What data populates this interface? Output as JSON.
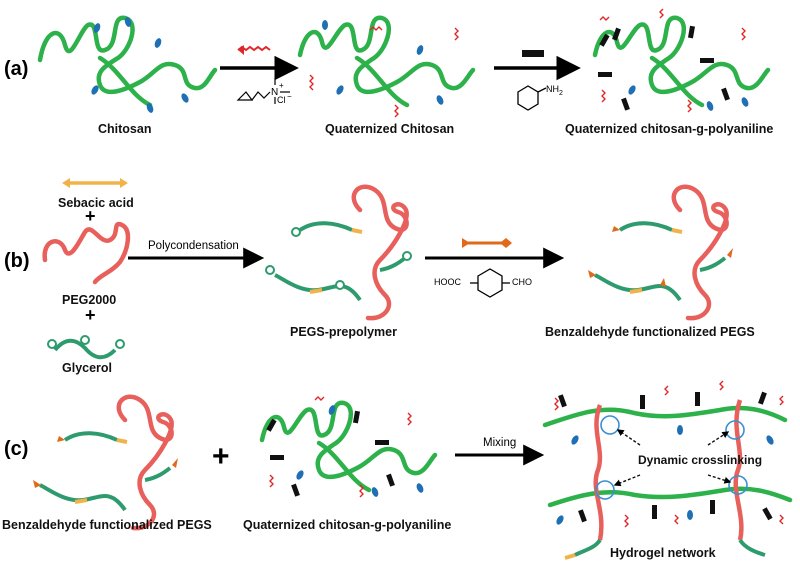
{
  "panels": {
    "a": "(a)",
    "b": "(b)",
    "c": "(c)"
  },
  "row_a": {
    "chitosan": "Chitosan",
    "quaternized_chitosan": "Quaternized Chitosan",
    "qcs_g_pani": "Quaternized chitosan-g-polyaniline",
    "reagent_charge_top": "+",
    "reagent_n": "N",
    "reagent_cl": "Cl",
    "reagent_cl_charge": "−",
    "reagent_nh2": "NH",
    "reagent_nh2_sub": "2"
  },
  "row_b": {
    "sebacic_acid": "Sebacic acid",
    "plus_1": "+",
    "peg2000": "PEG2000",
    "plus_2": "+",
    "glycerol": "Glycerol",
    "polycondensation": "Polycondensation",
    "pegs_prepolymer": "PEGS-prepolymer",
    "hooc": "HOOC",
    "cho": "CHO",
    "benzaldehyde_pegs": "Benzaldehyde functionalized PEGS"
  },
  "row_c": {
    "benzaldehyde_pegs": "Benzaldehyde functionalized PEGS",
    "plus": "+",
    "qcs_g_pani": "Quaternized chitosan-g-polyaniline",
    "mixing": "Mixing",
    "dynamic_crosslinking": "Dynamic crosslinking",
    "hydrogel_network": "Hydrogel network"
  },
  "colors": {
    "chitosan_green": "#2db14a",
    "peg_red": "#e8605c",
    "glycerol_teal": "#2e9b6e",
    "sebacic_orange": "#f0b34a",
    "amine_blue": "#1f6fb5",
    "quat_red": "#e0282a",
    "pani_black": "#111111",
    "aldehyde_orange": "#e06a1b",
    "circle_blue": "#3a8fd0"
  }
}
